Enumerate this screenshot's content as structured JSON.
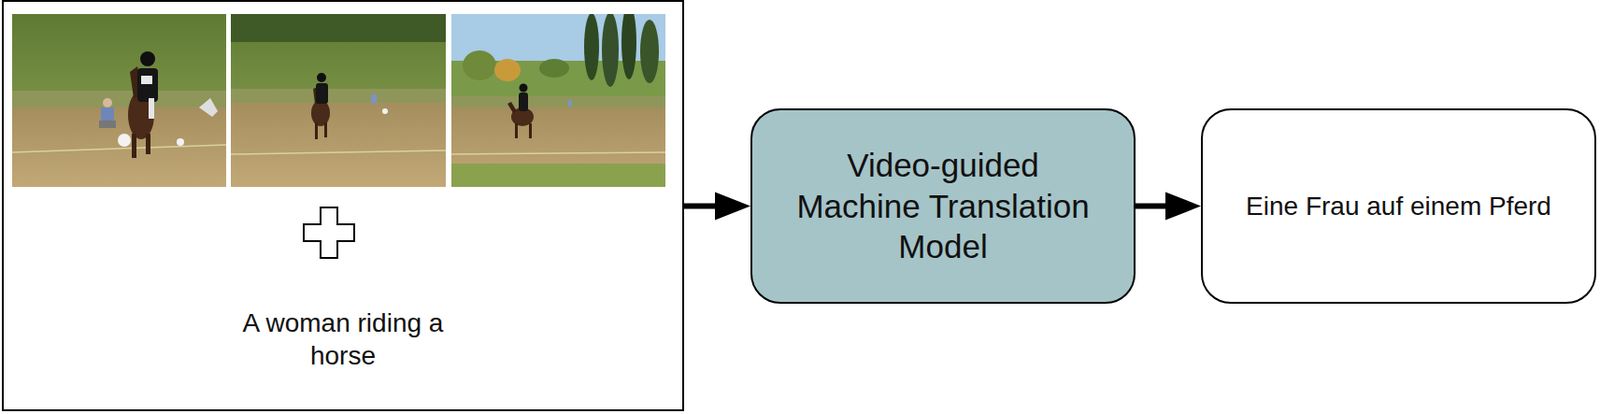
{
  "diagram": {
    "nodes": [
      {
        "text": [
          "A woman riding a horse"
        ]
      },
      {
        "text": [
          "Video-guided Machine Translation Model"
        ]
      },
      {
        "text": [
          "Eine Frau auf einem Pferd"
        ]
      }
    ],
    "edges": [
      {
        "from": 0,
        "to": 1,
        "arrow": "to"
      },
      {
        "from": 1,
        "to": 2,
        "arrow": "to"
      }
    ]
  }
}
